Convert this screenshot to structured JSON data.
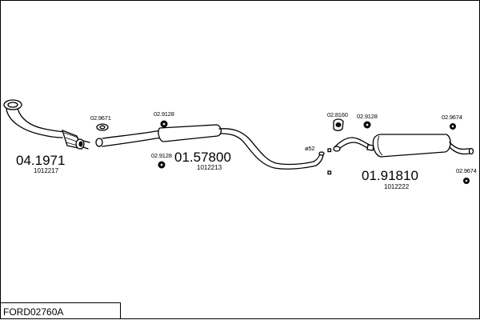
{
  "diagram_code": "FORD02760A",
  "parts": [
    {
      "number": "04.1971",
      "ref": "1012217"
    },
    {
      "number": "01.57800",
      "ref": "1012213"
    },
    {
      "number": "01.91810",
      "ref": "1012222"
    }
  ],
  "accessories": [
    {
      "code": "02.9671"
    },
    {
      "code": "02.9128"
    },
    {
      "code": "02.9128"
    },
    {
      "code": "02.8160"
    },
    {
      "code": "02.9128"
    },
    {
      "code": "02.9674"
    },
    {
      "code": "02.9674"
    }
  ],
  "diameter_label": "ø52"
}
